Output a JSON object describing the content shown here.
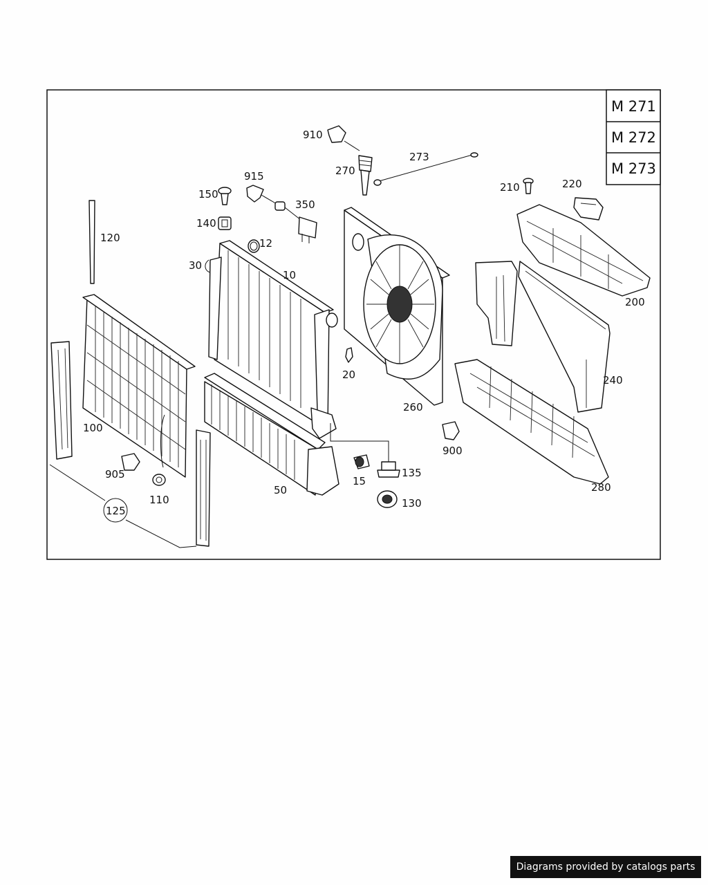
{
  "engine_codes": [
    "M 271",
    "M 272",
    "M 273"
  ],
  "part_labels": {
    "p910": "910",
    "p270": "270",
    "p273": "273",
    "p915": "915",
    "p150": "150",
    "p350": "350",
    "p140": "140",
    "p120": "120",
    "p12": "12",
    "p30": "30",
    "p10": "10",
    "p210": "210",
    "p220": "220",
    "p200": "200",
    "p20": "20",
    "p240": "240",
    "p260": "260",
    "p100": "100",
    "p900": "900",
    "p135": "135",
    "p905": "905",
    "p15": "15",
    "p50": "50",
    "p110": "110",
    "p280": "280",
    "p125": "125",
    "p130": "130"
  },
  "footer": {
    "credit": "Diagrams provided by catalogs parts"
  }
}
